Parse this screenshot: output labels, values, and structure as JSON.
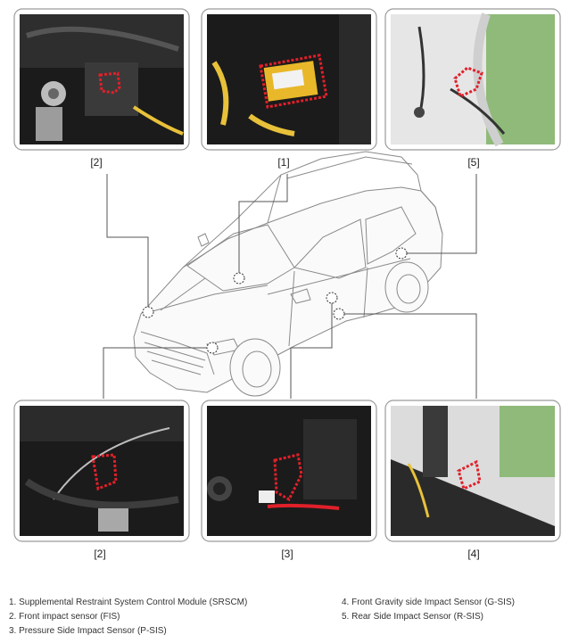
{
  "callouts": {
    "top_left": "[2]",
    "top_center": "[1]",
    "top_right": "[5]",
    "bottom_left": "[2]",
    "bottom_center": "[3]",
    "bottom_right": "[4]"
  },
  "legend": {
    "left": [
      "1. Supplemental Restraint System Control Module (SRSCM)",
      "2. Front impact sensor (FIS)",
      "3. Pressure Side Impact Sensor (P-SIS)"
    ],
    "right": [
      "4. Front Gravity side Impact Sensor (G-SIS)",
      "5. Rear Side Impact Sensor (R-SIS)"
    ]
  },
  "colors": {
    "highlight_outline": "#e0202a",
    "frame_border": "#9a9a9a",
    "photo_background": "#1b1b1b",
    "pillar_background": "#8fba7a"
  }
}
